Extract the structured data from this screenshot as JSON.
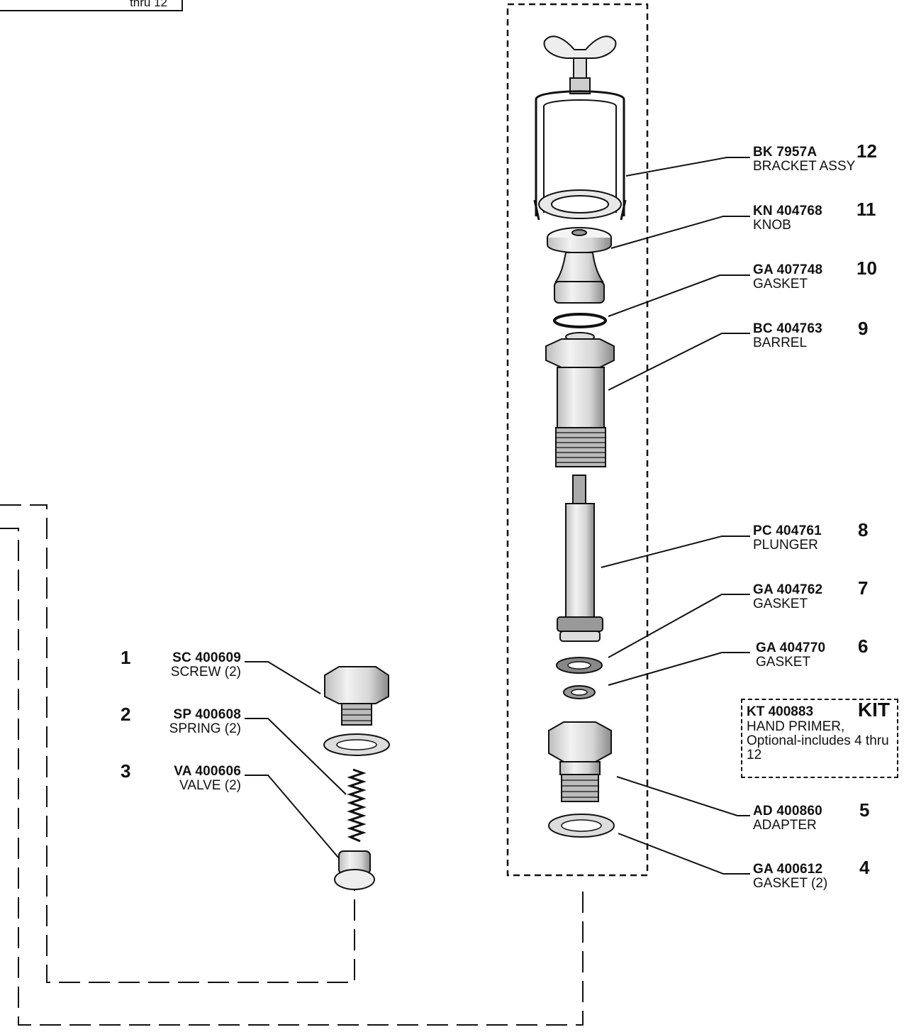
{
  "corner_fragment": "thru 12",
  "kit": {
    "part_no": "KT 400883",
    "title": "KIT",
    "desc": "HAND PRIMER, Optional-includes 4 thru 12"
  },
  "parts": [
    {
      "num": "1",
      "part_no": "SC 400609",
      "name": "SCREW (2)"
    },
    {
      "num": "2",
      "part_no": "SP 400608",
      "name": "SPRING (2)"
    },
    {
      "num": "3",
      "part_no": "VA 400606",
      "name": "VALVE (2)"
    },
    {
      "num": "4",
      "part_no": "GA 400612",
      "name": "GASKET (2)"
    },
    {
      "num": "5",
      "part_no": "AD 400860",
      "name": "ADAPTER"
    },
    {
      "num": "6",
      "part_no": "GA 404770",
      "name": "GASKET"
    },
    {
      "num": "7",
      "part_no": "GA 404762",
      "name": "GASKET"
    },
    {
      "num": "8",
      "part_no": "PC 404761",
      "name": "PLUNGER"
    },
    {
      "num": "9",
      "part_no": "BC 404763",
      "name": "BARREL"
    },
    {
      "num": "10",
      "part_no": "GA 407748",
      "name": "GASKET"
    },
    {
      "num": "11",
      "part_no": "KN 404768",
      "name": "KNOB"
    },
    {
      "num": "12",
      "part_no": "BK 7957A",
      "name": "BRACKET ASSY"
    }
  ]
}
